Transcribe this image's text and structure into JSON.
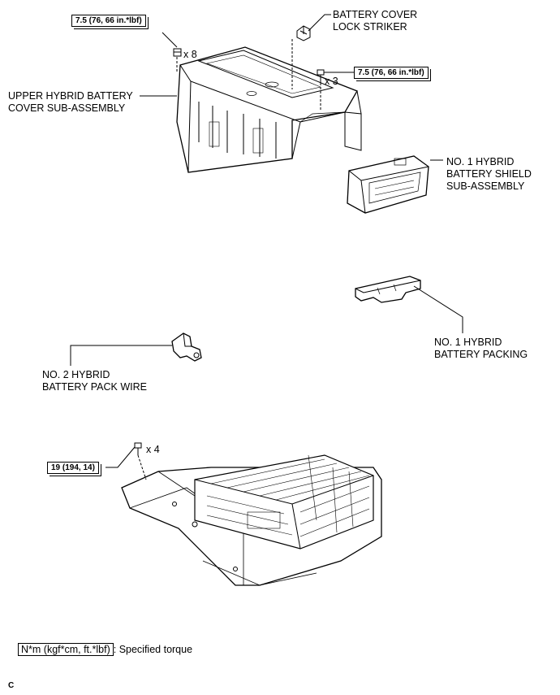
{
  "labels": {
    "lock_striker": "BATTERY COVER\nLOCK STRIKER",
    "upper_cover": "UPPER HYBRID BATTERY\nCOVER SUB-ASSEMBLY",
    "shield": "NO. 1 HYBRID\nBATTERY SHIELD\nSUB-ASSEMBLY",
    "packing": "NO. 1 HYBRID\nBATTERY PACKING",
    "pack_wire": "NO. 2 HYBRID\nBATTERY PACK WIRE"
  },
  "torques": {
    "cover_nuts": "7.5 (76, 66 in.*lbf)",
    "cover_bolts": "7.5 (76, 66 in.*lbf)",
    "pack_bolts": "19 (194, 14)"
  },
  "quantities": {
    "cover_nuts": "x 8",
    "cover_bolts": "x 3",
    "pack_bolts": "x 4"
  },
  "legend": {
    "unit_box": "N*m (kgf*cm, ft.*lbf)",
    "text": ": Specified torque"
  },
  "figure_code": "C"
}
